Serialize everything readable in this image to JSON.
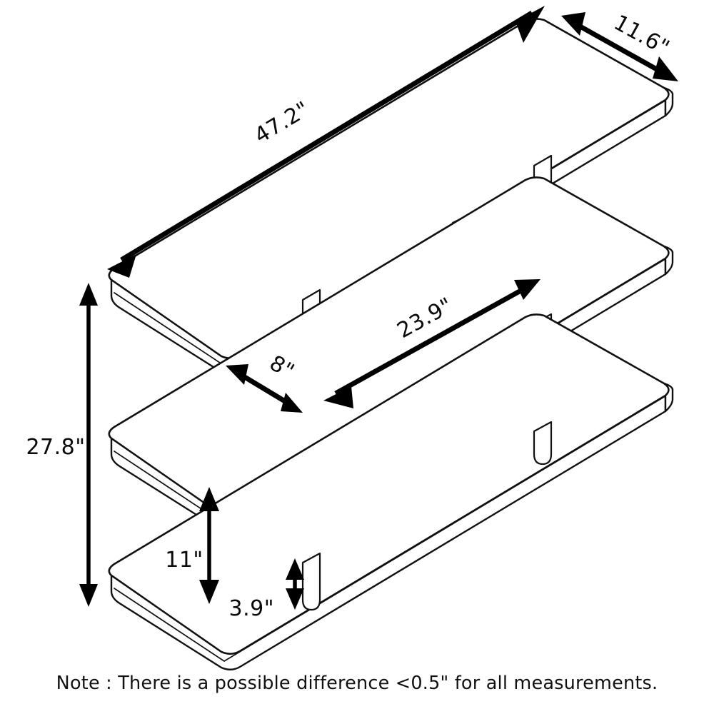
{
  "document": {
    "type": "technical-dimension-drawing",
    "subject": "3-tier open shelf bookcase / console",
    "projection": "isometric line drawing",
    "units": "inches",
    "line_color": "#111111",
    "background_color": "#ffffff"
  },
  "dimensions": {
    "width": {
      "label": "47.2\"",
      "value": 47.2,
      "axis": "width",
      "orientation": "diagonal-up-right"
    },
    "depth": {
      "label": "11.6\"",
      "value": 11.6,
      "axis": "depth",
      "orientation": "diagonal-down-right"
    },
    "height": {
      "label": "27.8\"",
      "value": 27.8,
      "axis": "height",
      "orientation": "vertical"
    },
    "shelf_span": {
      "label": "23.9\"",
      "value": 23.9,
      "axis": "width",
      "orientation": "diagonal-up-right"
    },
    "shelf_offset": {
      "label": "8\"",
      "value": 8,
      "axis": "depth",
      "orientation": "diagonal-down-right"
    },
    "shelf_gap": {
      "label": "11\"",
      "value": 11,
      "axis": "height",
      "orientation": "vertical"
    },
    "leg_clearance": {
      "label": "3.9\"",
      "value": 3.9,
      "axis": "height",
      "orientation": "vertical"
    }
  },
  "note": {
    "text": "Note : There is a possible difference <0.5\" for all measurements.",
    "tolerance": "<0.5\""
  },
  "shelves": [
    {
      "name": "top-shelf",
      "index": 0
    },
    {
      "name": "middle-shelf",
      "index": 1
    },
    {
      "name": "bottom-shelf",
      "index": 2
    }
  ],
  "legs": {
    "count": 4,
    "shape": "cylindrical-post",
    "rounded_ends": true
  }
}
